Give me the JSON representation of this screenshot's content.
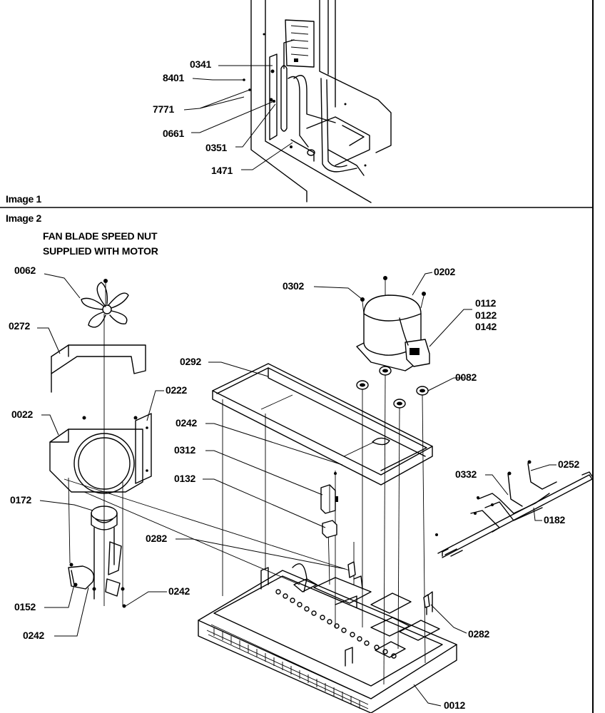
{
  "image1": {
    "caption": "Image 1",
    "labels": [
      "0341",
      "8401",
      "7771",
      "0661",
      "0351",
      "1471"
    ]
  },
  "image2": {
    "caption": "Image 2",
    "note": [
      "FAN BLADE SPEED NUT",
      "SUPPLIED WITH MOTOR"
    ],
    "labels": [
      "0062",
      "0272",
      "0022",
      "0222",
      "0172",
      "0152",
      "0242",
      "0242",
      "0282",
      "0302",
      "0202",
      "0112",
      "0122",
      "0142",
      "0292",
      "0082",
      "0242",
      "0312",
      "0132",
      "0332",
      "0252",
      "0182",
      "0282",
      "0012"
    ]
  },
  "colors": {
    "ink": "#000000",
    "paper": "#ffffff"
  }
}
